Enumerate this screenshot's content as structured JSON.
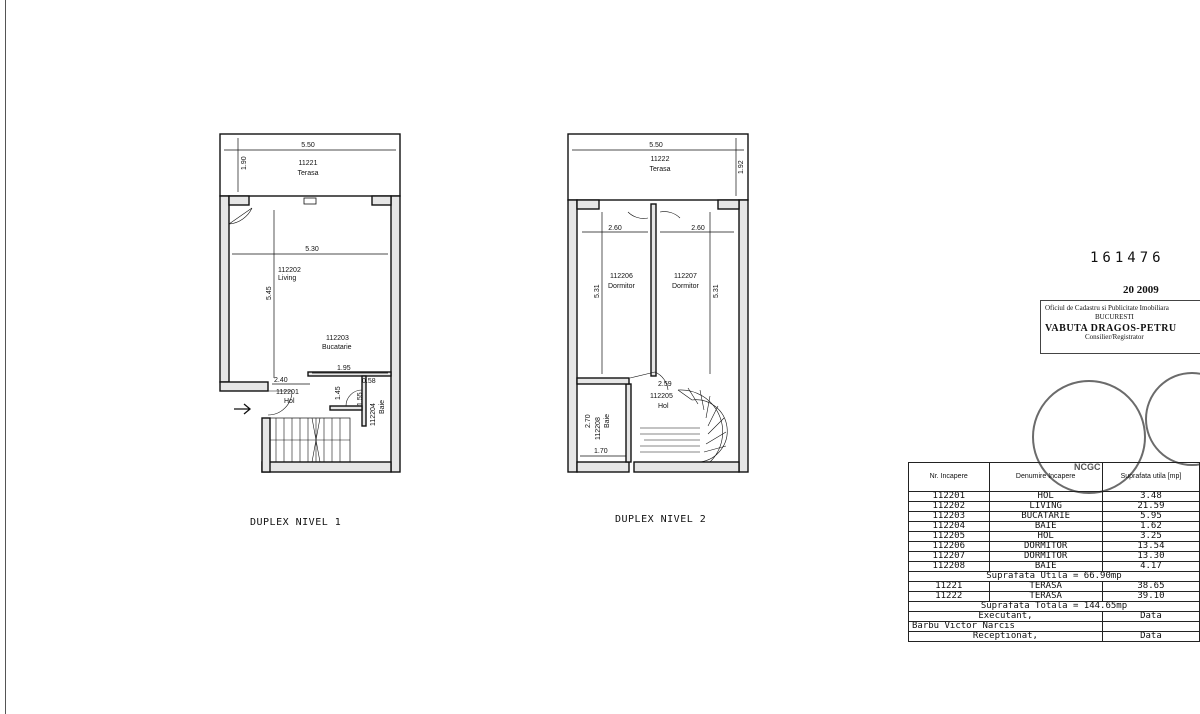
{
  "level1": {
    "caption": "DUPLEX NIVEL 1",
    "terrace": {
      "code": "11221",
      "name": "Terasa",
      "width_dim": "5.50",
      "depth_dim": "1.90"
    },
    "living": {
      "code": "112202",
      "name": "Living",
      "width_dim": "5.30",
      "height_dim": "5.45"
    },
    "kitchen": {
      "code": "112203",
      "name": "Bucatarie"
    },
    "hall": {
      "code": "112201",
      "name": "Hol",
      "width_dim": "2.40",
      "side_dim": "1.45"
    },
    "bath": {
      "code": "112204",
      "name": "Baie",
      "dims": [
        "1.95",
        "1.55",
        "0.58"
      ]
    }
  },
  "level2": {
    "caption": "DUPLEX NIVEL 2",
    "terrace": {
      "code": "11222",
      "name": "Terasa",
      "width_dim": "5.50",
      "depth_dim": "1.92"
    },
    "bedroom1": {
      "code": "112206",
      "name": "Dormitor",
      "width_dim": "2.60",
      "height_dim": "5.31"
    },
    "bedroom2": {
      "code": "112207",
      "name": "Dormitor",
      "width_dim": "2.60",
      "height_dim": "5.31"
    },
    "hall": {
      "code": "112205",
      "name": "Hol",
      "width_dim": "2.59"
    },
    "bath": {
      "code": "112208",
      "name": "Baie",
      "height_dim": "2.70",
      "width_dim": "1.70"
    }
  },
  "stamp": {
    "number": "161476",
    "date": "20 2009",
    "office_line1": "Oficiul de Cadastru si Publicitate Imobiliara",
    "office_line2": "BUCURESTI",
    "registrar": "VABUTA DRAGOS-PETRU",
    "registrar_role": "Consilier/Registrator",
    "seal_text": "NCGC"
  },
  "table": {
    "headers": [
      "Nr. Incapere",
      "Denumire Incapere",
      "Suprafata utila [mp]"
    ],
    "rows": [
      [
        "112201",
        "HOL",
        "3.48"
      ],
      [
        "112202",
        "LIVING",
        "21.59"
      ],
      [
        "112203",
        "BUCATARIE",
        "5.95"
      ],
      [
        "112204",
        "BAIE",
        "1.62"
      ],
      [
        "112205",
        "HOL",
        "3.25"
      ],
      [
        "112206",
        "DORMITOR",
        "13.54"
      ],
      [
        "112207",
        "DORMITOR",
        "13.30"
      ],
      [
        "112208",
        "BAIE",
        "4.17"
      ]
    ],
    "util_total": "Suprafata Utila = 66.90mp",
    "terrace_rows": [
      [
        "11221",
        "TERASA",
        "38.65"
      ],
      [
        "11222",
        "TERASA",
        "39.10"
      ]
    ],
    "grand_total": "Suprafata Totala = 144.65mp",
    "executant_label": "Executant,",
    "date_label": "Data",
    "executant_name": "Barbu Victor Narcis",
    "receptionat_label": "Receptionat,",
    "date_label2": "Data"
  }
}
